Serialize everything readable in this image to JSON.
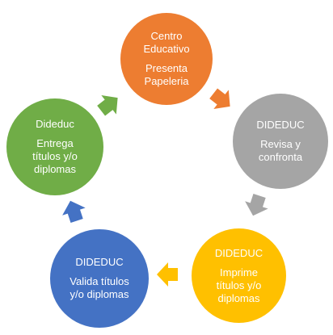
{
  "colors": {
    "orange": "#ED7D31",
    "gray": "#A5A5A5",
    "gold": "#FFC000",
    "blue": "#4472C4",
    "green": "#70AD47"
  },
  "nodes": [
    {
      "id": "centro-educativo",
      "heading": [
        "Centro",
        "Educativo"
      ],
      "body": [
        "Presenta",
        "Papeleria"
      ],
      "color": "orange"
    },
    {
      "id": "dideduc-revisa",
      "heading": [
        "DIDEDUC"
      ],
      "body": [
        "Revisa y",
        "confronta"
      ],
      "color": "gray"
    },
    {
      "id": "dideduc-imprime",
      "heading": [
        "DIDEDUC"
      ],
      "body": [
        "Imprime",
        "títulos y/o",
        "diplomas"
      ],
      "color": "gold"
    },
    {
      "id": "dideduc-valida",
      "heading": [
        "DIDEDUC"
      ],
      "body": [
        "Valida títulos",
        "y/o diplomas"
      ],
      "color": "blue"
    },
    {
      "id": "dideduc-entrega",
      "heading": [
        "Dideduc"
      ],
      "body": [
        "Entrega",
        "títulos y/o",
        "diplomas"
      ],
      "color": "green"
    }
  ],
  "arrows": [
    {
      "from": "centro-educativo",
      "to": "dideduc-revisa",
      "color": "orange"
    },
    {
      "from": "dideduc-revisa",
      "to": "dideduc-imprime",
      "color": "gray"
    },
    {
      "from": "dideduc-imprime",
      "to": "dideduc-valida",
      "color": "gold"
    },
    {
      "from": "dideduc-valida",
      "to": "dideduc-entrega",
      "color": "blue"
    },
    {
      "from": "dideduc-entrega",
      "to": "centro-educativo",
      "color": "green"
    }
  ]
}
